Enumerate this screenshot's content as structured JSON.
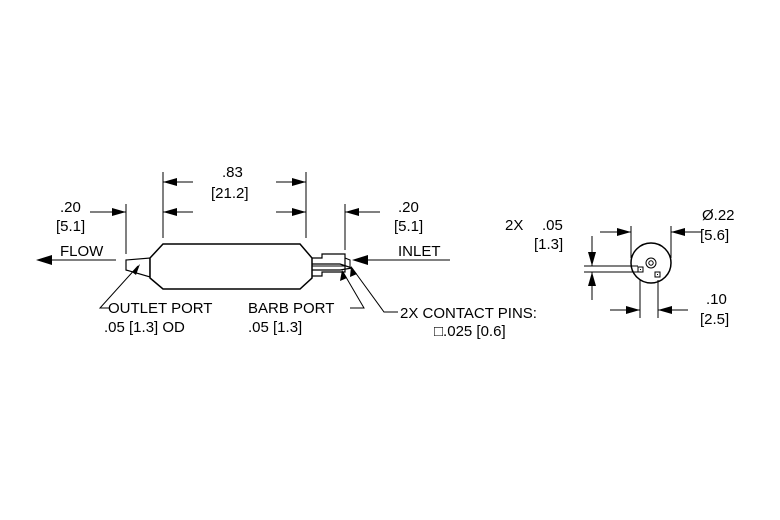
{
  "side_view": {
    "overall_length": {
      "inch": ".83",
      "mm": "[21.2]"
    },
    "outlet_length": {
      "inch": ".20",
      "mm": "[5.1]"
    },
    "inlet_length": {
      "inch": ".20",
      "mm": "[5.1]"
    },
    "flow_label": "FLOW",
    "inlet_label": "INLET",
    "outlet_port": {
      "label": "OUTLET PORT",
      "size": ".05 [1.3] OD"
    },
    "barb_port": {
      "label": "BARB PORT",
      "size": ".05 [1.3]"
    },
    "contact_pins": {
      "label": "2X CONTACT PINS:",
      "size": "□.025 [0.6]"
    }
  },
  "end_view": {
    "diameter": {
      "inch": "Ø.22",
      "mm": "[5.6]"
    },
    "pin_width": {
      "prefix": "2X",
      "inch": ".05",
      "mm": "[1.3]"
    },
    "pin_spacing": {
      "inch": ".10",
      "mm": "[2.5]"
    }
  }
}
